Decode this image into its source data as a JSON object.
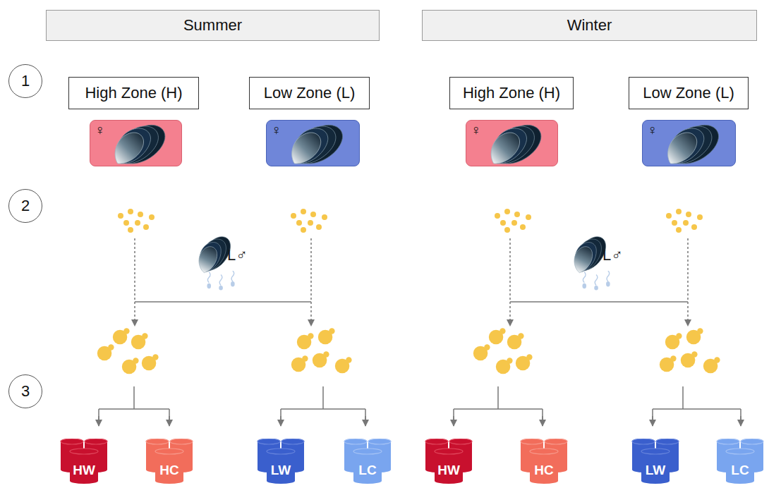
{
  "diagram": {
    "nodes": [
      {
        "text": [
          "Summer"
        ]
      },
      {
        "text": [
          "Winter"
        ]
      },
      {
        "text": [
          "1"
        ]
      },
      {
        "text": [
          "High Zone (H)"
        ]
      },
      {
        "text": [
          "Low Zone (L)"
        ]
      },
      {
        "text": [
          "High Zone (H)"
        ]
      },
      {
        "text": [
          "Low Zone (L)"
        ]
      },
      {
        "text": [
          "♀"
        ]
      },
      {
        "text": [
          "♀"
        ]
      },
      {
        "text": [
          "♀"
        ]
      },
      {
        "text": [
          "♀"
        ]
      },
      {
        "text": [
          "2"
        ]
      },
      {
        "text": [
          "3"
        ]
      },
      {
        "text": [
          "HW"
        ]
      },
      {
        "text": [
          "HC"
        ]
      },
      {
        "text": [
          "LW"
        ]
      },
      {
        "text": [
          "LC"
        ]
      },
      {
        "text": [
          "HW"
        ]
      },
      {
        "text": [
          "HC"
        ]
      },
      {
        "text": [
          "LW"
        ]
      },
      {
        "text": [
          "LC"
        ]
      }
    ],
    "labels": [
      "L♂",
      "L♂"
    ]
  }
}
